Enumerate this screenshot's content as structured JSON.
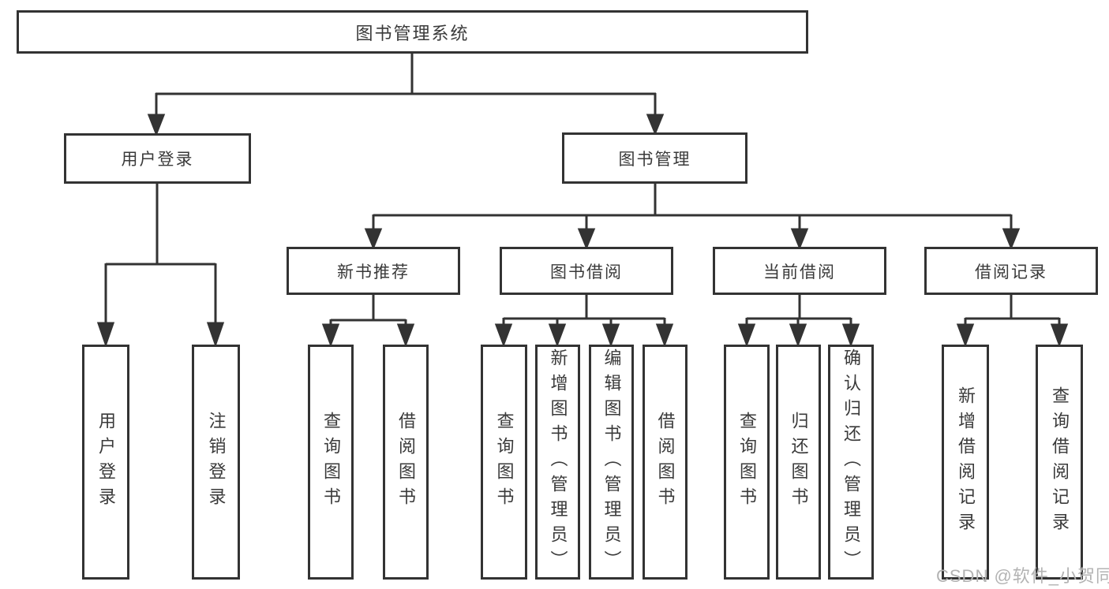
{
  "diagram_type": "hierarchy-tree",
  "tree": {
    "root": {
      "label": "图书管理系统",
      "children": [
        {
          "label": "用户登录",
          "children": [
            {
              "label": "用户登录"
            },
            {
              "label": "注销登录"
            }
          ]
        },
        {
          "label": "图书管理",
          "children": [
            {
              "label": "新书推荐",
              "children": [
                {
                  "label": "查询图书"
                },
                {
                  "label": "借阅图书"
                }
              ]
            },
            {
              "label": "图书借阅",
              "children": [
                {
                  "label": "查询图书"
                },
                {
                  "label": "新增图书（管理员）"
                },
                {
                  "label": "编辑图书（管理员）"
                },
                {
                  "label": "借阅图书"
                }
              ]
            },
            {
              "label": "当前借阅",
              "children": [
                {
                  "label": "查询图书"
                },
                {
                  "label": "归还图书"
                },
                {
                  "label": "确认归还（管理员）"
                }
              ]
            },
            {
              "label": "借阅记录",
              "children": [
                {
                  "label": "新增借阅记录"
                },
                {
                  "label": "查询借阅记录"
                }
              ]
            }
          ]
        }
      ]
    }
  },
  "watermark": "CSDN @软件_小贺同学",
  "colors": {
    "line": "#333333",
    "text": "#3a3a3a",
    "box_background": "#ffffff",
    "page_background": "#ffffff",
    "watermark": "#b3b3b3"
  }
}
